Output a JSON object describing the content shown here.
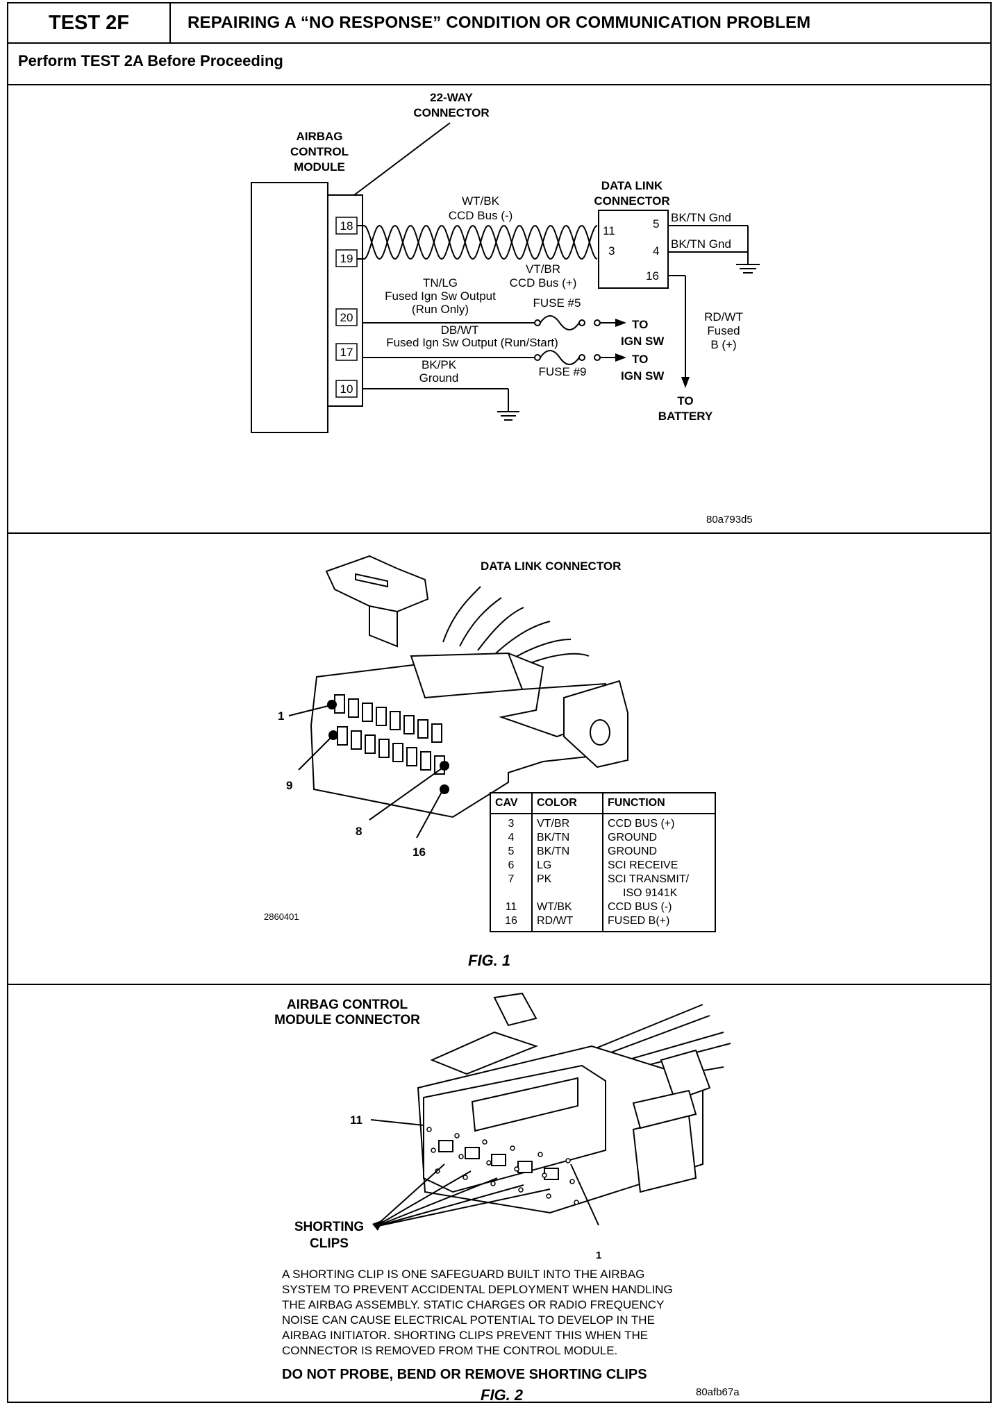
{
  "header": {
    "test_id": "TEST 2F",
    "title": "REPAIRING A “NO RESPONSE” CONDITION OR COMMUNICATION PROBLEM",
    "prerequisite": "Perform TEST 2A Before Proceeding"
  },
  "wiring": {
    "module_label": [
      "AIRBAG",
      "CONTROL",
      "MODULE"
    ],
    "connector_label": [
      "22-WAY",
      "CONNECTOR"
    ],
    "dlc_label": [
      "DATA LINK",
      "CONNECTOR"
    ],
    "module_pins": [
      "18",
      "19",
      "20",
      "17",
      "10"
    ],
    "dlc_pins_left": [
      "11",
      "3"
    ],
    "dlc_pins_right": [
      "5",
      "4",
      "16"
    ],
    "wires": {
      "ccd_neg": [
        "WT/BK",
        "CCD Bus (-)"
      ],
      "ccd_pos": [
        "VT/BR",
        "CCD Bus (+)"
      ],
      "gnd_5": "BK/TN Gnd",
      "gnd_4": "BK/TN Gnd",
      "run_only": [
        "TN/LG",
        "Fused Ign Sw Output",
        "(Run Only)"
      ],
      "run_start": [
        "DB/WT",
        "Fused Ign Sw Output (Run/Start)"
      ],
      "ground": [
        "BK/PK",
        "Ground"
      ],
      "fused_b": [
        "RD/WT",
        "Fused",
        "B (+)"
      ]
    },
    "fuse_5": "FUSE #5",
    "fuse_9": "FUSE #9",
    "to_ign_sw": [
      "TO",
      "IGN SW"
    ],
    "to_battery": [
      "TO",
      "BATTERY"
    ],
    "code": "80a793d5"
  },
  "figure1": {
    "title": "DATA LINK CONNECTOR",
    "callouts": [
      "1",
      "9",
      "8",
      "16"
    ],
    "code": "2860401",
    "caption": "FIG. 1",
    "table": {
      "headers": [
        "CAV",
        "COLOR",
        "FUNCTION"
      ],
      "rows": [
        [
          "3",
          "VT/BR",
          "CCD BUS (+)"
        ],
        [
          "4",
          "BK/TN",
          "GROUND"
        ],
        [
          "5",
          "BK/TN",
          "GROUND"
        ],
        [
          "6",
          "LG",
          "SCI RECEIVE"
        ],
        [
          "7",
          "PK",
          "SCI TRANSMIT/"
        ],
        [
          "",
          "",
          "ISO 9141K"
        ],
        [
          "11",
          "WT/BK",
          "CCD BUS (-)"
        ],
        [
          "16",
          "RD/WT",
          "FUSED B(+)"
        ]
      ]
    }
  },
  "figure2": {
    "title": [
      "AIRBAG CONTROL",
      "MODULE CONNECTOR"
    ],
    "callout_11": "11",
    "callout_1": "1",
    "clips_label": [
      "SHORTING",
      "CLIPS"
    ],
    "note": [
      "A SHORTING CLIP IS ONE SAFEGUARD BUILT INTO THE AIRBAG",
      "SYSTEM TO PREVENT ACCIDENTAL DEPLOYMENT WHEN HANDLING",
      "THE AIRBAG ASSEMBLY. STATIC CHARGES OR RADIO FREQUENCY",
      "NOISE CAN CAUSE ELECTRICAL POTENTIAL TO DEVELOP IN THE",
      "AIRBAG INITIATOR. SHORTING CLIPS PREVENT THIS WHEN THE",
      "CONNECTOR IS REMOVED FROM THE CONTROL MODULE."
    ],
    "warning": "DO NOT PROBE, BEND OR REMOVE SHORTING CLIPS",
    "caption": "FIG. 2",
    "code": "80afb67a"
  }
}
